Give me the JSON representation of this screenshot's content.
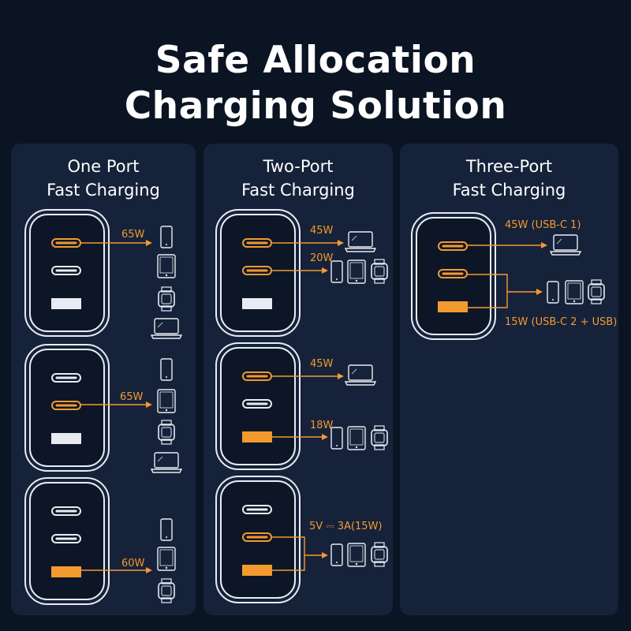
{
  "title": {
    "line1": "Safe Allocation",
    "line2": "Charging Solution"
  },
  "colors": {
    "background": "#0b1422",
    "panel": "#16223a",
    "accent": "#f39a2f",
    "outline": "#e8ecf2"
  },
  "panels": [
    {
      "title_line1": "One Port",
      "title_line2": "Fast Charging",
      "labels": [
        "65W",
        "65W",
        "60W"
      ]
    },
    {
      "title_line1": "Two-Port",
      "title_line2": "Fast Charging",
      "labels": [
        "45W",
        "20W",
        "45W",
        "18W",
        "5V ⎓ 3A(15W)"
      ]
    },
    {
      "title_line1": "Three-Port",
      "title_line2": "Fast Charging",
      "labels": [
        "45W (USB-C 1)",
        "15W (USB-C 2 + USB)"
      ]
    }
  ],
  "icons": [
    "charger-icon",
    "phone-icon",
    "tablet-icon",
    "watch-icon",
    "laptop-icon"
  ]
}
